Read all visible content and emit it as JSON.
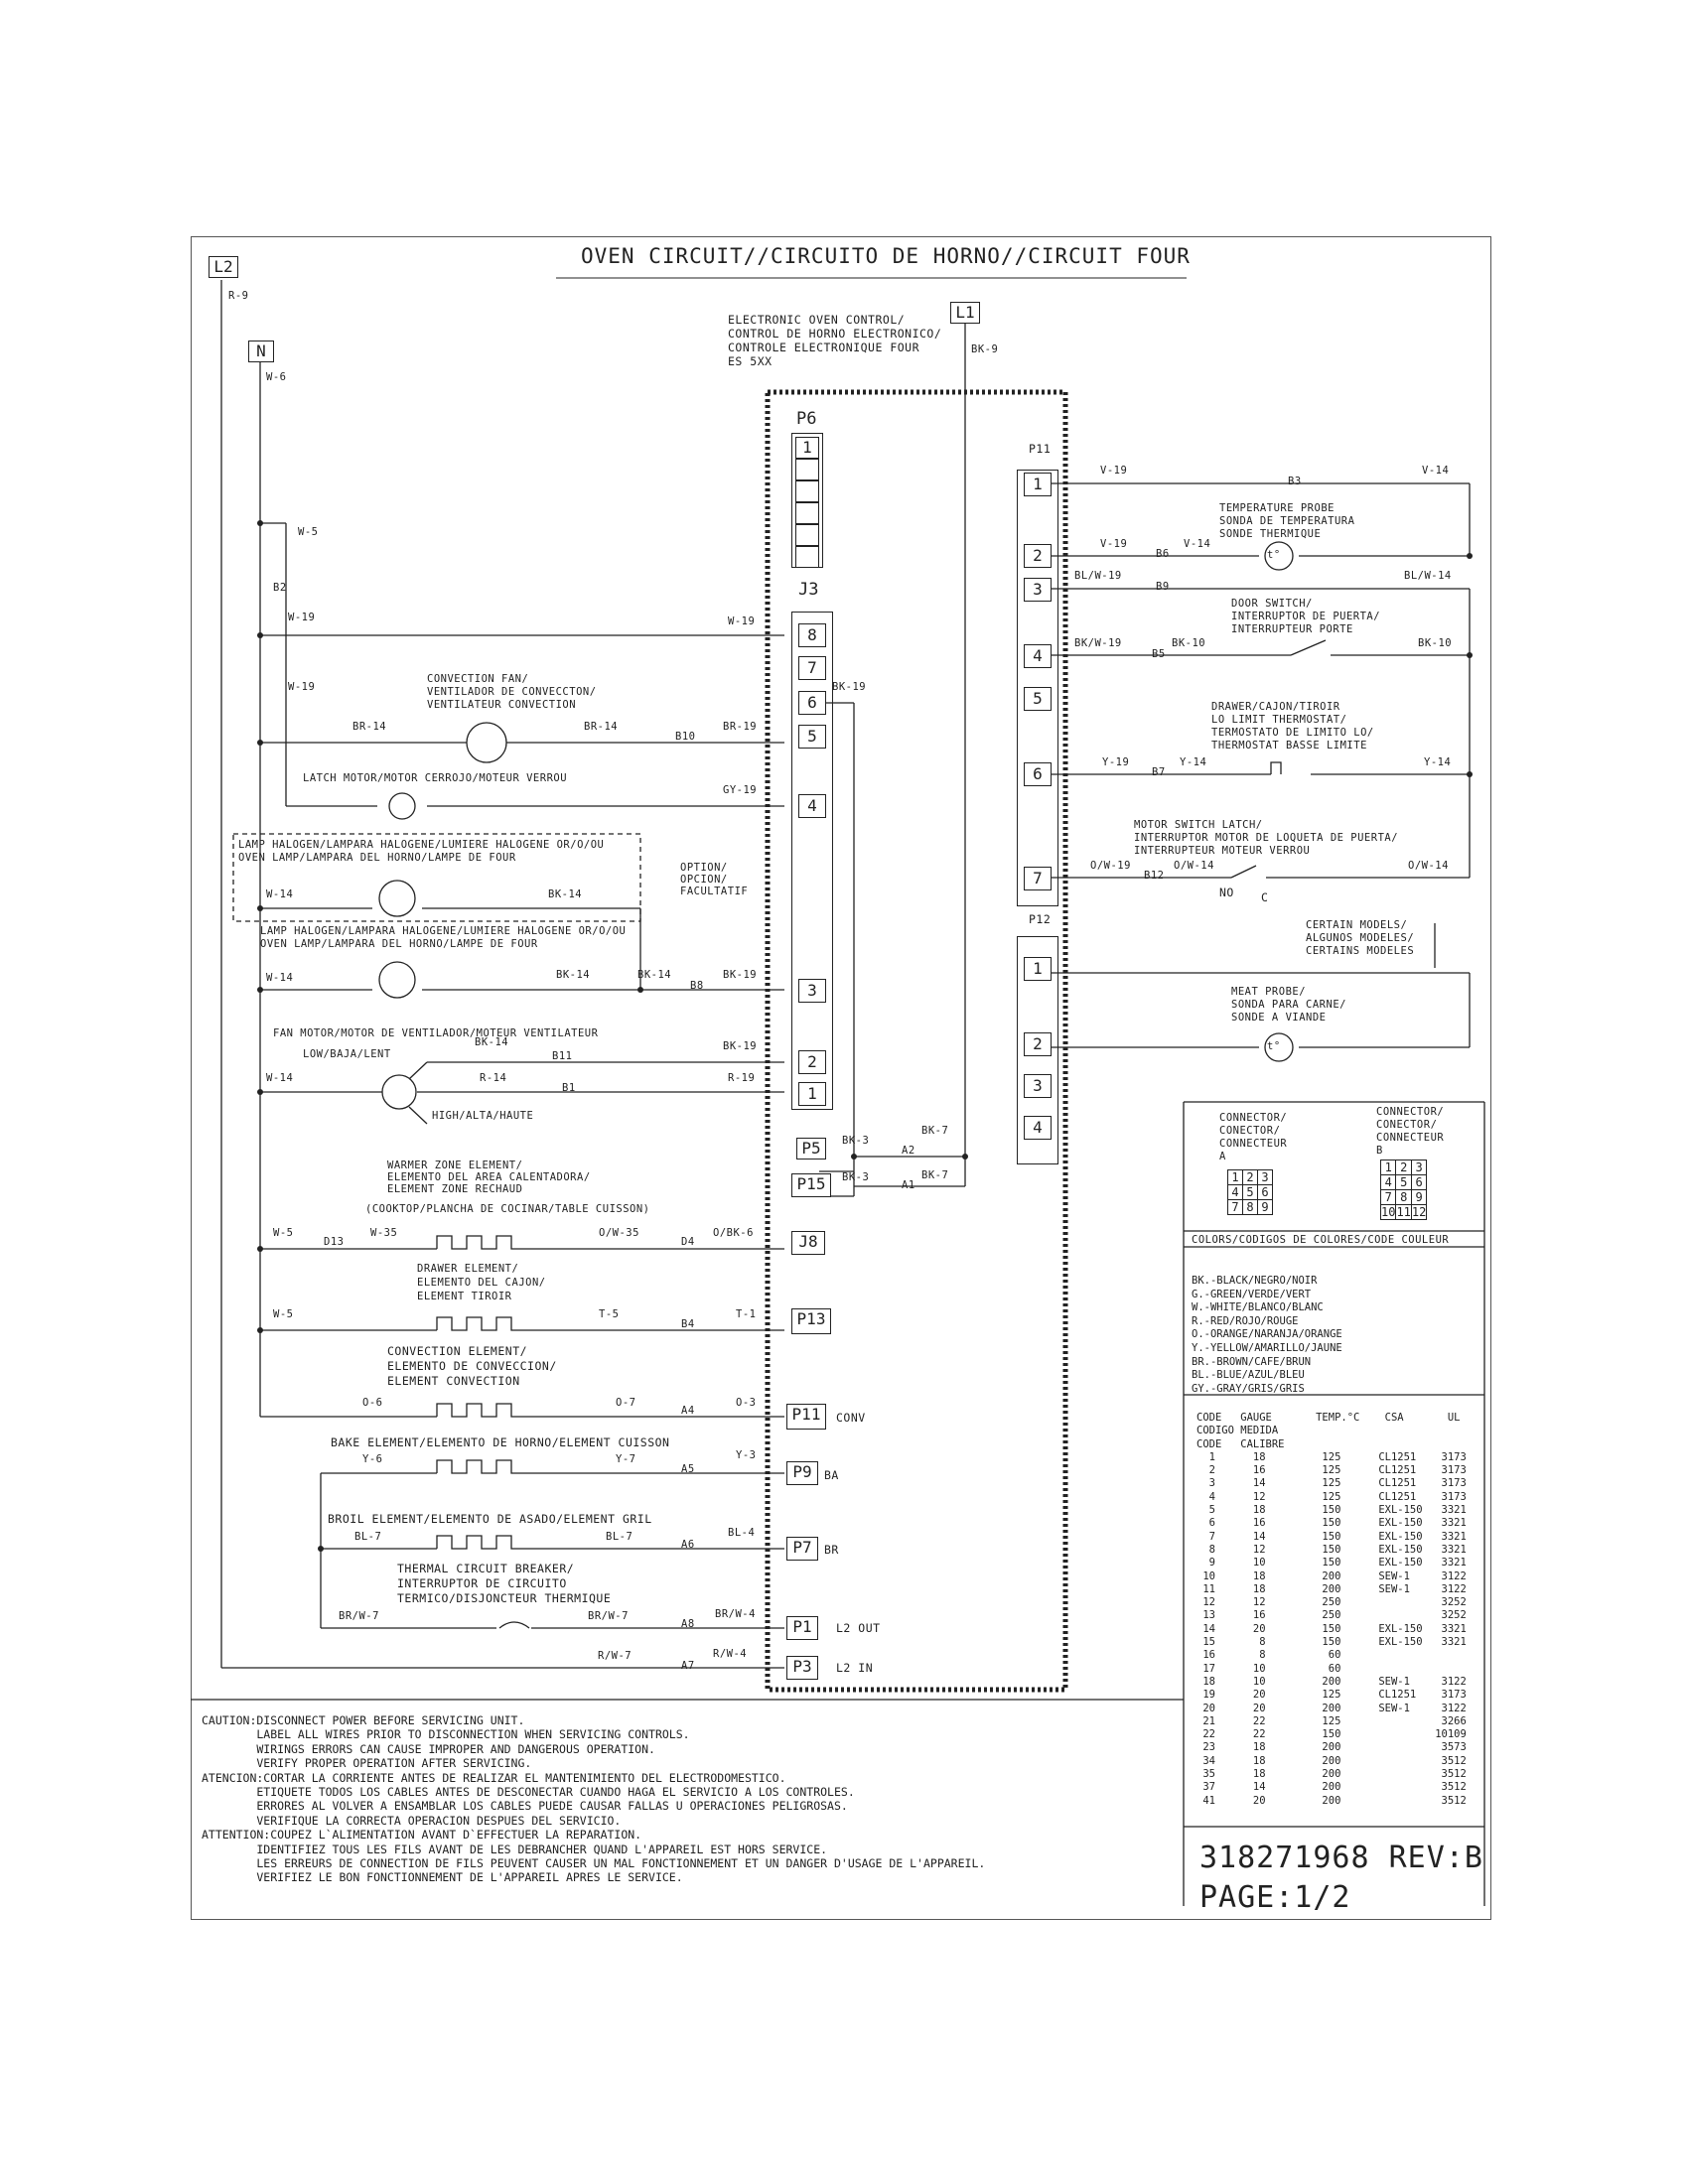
{
  "title": "OVEN CIRCUIT//CIRCUITO DE HORNO//CIRCUIT FOUR",
  "terminals": {
    "l2": "L2",
    "n": "N",
    "l1": "L1"
  },
  "control": {
    "line1": "ELECTRONIC OVEN CONTROL/",
    "line2": "CONTROL DE HORNO ELECTRONICO/",
    "line3": "CONTROLE ELECTRONIQUE FOUR",
    "line4": "ES 5XX"
  },
  "headers": {
    "p6": "P6",
    "j3": "J3",
    "p11": "P11",
    "p12": "P12"
  },
  "p6_pins": [
    "1",
    "",
    "",
    "",
    "",
    ""
  ],
  "j3_pins": [
    "8",
    "7",
    "6",
    "5",
    "4",
    "3",
    "2",
    "1"
  ],
  "p11_pins": [
    "1",
    "2",
    "3",
    "4",
    "5",
    "6",
    "7"
  ],
  "p12_pins": [
    "1",
    "2",
    "3",
    "4"
  ],
  "connectors": {
    "p5": "P5",
    "p15": "P15",
    "j8": "J8",
    "p13": "P13",
    "p11": "P11",
    "p11_tag": "CONV",
    "p9": "P9",
    "p9_tag": "BA",
    "p7": "P7",
    "p7_tag": "BR",
    "p1": "P1",
    "p1_tag": "L2 OUT",
    "p3": "P3",
    "p3_tag": "L2 IN"
  },
  "components": {
    "conv_fan": [
      "CONVECTION FAN/",
      "VENTILADOR DE CONVECCTON/",
      "VENTILATEUR CONVECTION"
    ],
    "latch_motor": "LATCH MOTOR/MOTOR CERROJO/MOTEUR VERROU",
    "lamp1": [
      "LAMP HALOGEN/LAMPARA HALOGENE/LUMIERE HALOGENE OR/O/OU",
      "OVEN LAMP/LAMPARA DEL HORNO/LAMPE DE FOUR"
    ],
    "option": [
      "OPTION/",
      "OPCION/",
      "FACULTATIF"
    ],
    "lamp2": [
      "LAMP HALOGEN/LAMPARA HALOGENE/LUMIERE HALOGENE OR/O/OU",
      "OVEN LAMP/LAMPARA DEL HORNO/LAMPE DE FOUR"
    ],
    "fan_motor": "FAN MOTOR/MOTOR DE VENTILADOR/MOTEUR VENTILATEUR",
    "low": "LOW/BAJA/LENT",
    "high": "HIGH/ALTA/HAUTE",
    "warmer": [
      "WARMER ZONE ELEMENT/",
      "ELEMENTO  DEL AREA CALENTADORA/",
      "ELEMENT ZONE RECHAUD",
      "",
      "(COOKTOP/PLANCHA DE COCINAR/TABLE CUISSON)"
    ],
    "drawer": [
      "DRAWER ELEMENT/",
      "ELEMENTO DEL CAJON/",
      "ELEMENT TIROIR"
    ],
    "convection_el": [
      "CONVECTION ELEMENT/",
      "ELEMENTO DE CONVECCION/",
      "ELEMENT CONVECTION"
    ],
    "bake": "BAKE ELEMENT/ELEMENTO DE HORNO/ELEMENT CUISSON",
    "broil": "BROIL ELEMENT/ELEMENTO DE ASADO/ELEMENT GRIL",
    "breaker": [
      "THERMAL CIRCUIT BREAKER/",
      "INTERRUPTOR DE CIRCUITO",
      "TERMICO/DISJONCTEUR THERMIQUE"
    ],
    "temp_probe": [
      "TEMPERATURE PROBE",
      "SONDA DE TEMPERATURA",
      "SONDE THERMIQUE"
    ],
    "door_switch": [
      "DOOR SWITCH/",
      "INTERRUPTOR DE PUERTA/",
      "INTERRUPTEUR PORTE"
    ],
    "drawer_thermo": [
      "DRAWER/CAJON/TIROIR",
      "LO LIMIT THERMOSTAT/",
      "TERMOSTATO DE LIMITO LO/",
      "THERMOSTAT BASSE LIMITE"
    ],
    "motor_latch": [
      "MOTOR SWITCH LATCH/",
      "INTERRUPTOR MOTOR DE LOQUETA DE PUERTA/",
      "INTERRUPTEUR MOTEUR VERROU"
    ],
    "no": "NO",
    "c": "C",
    "certain": [
      "CERTAIN MODELS/",
      "ALGUNOS MODELES/",
      "CERTAINS MODELES"
    ],
    "meat_probe": [
      "MEAT PROBE/",
      "SONDA PARA CARNE/",
      "SONDE A VIANDE"
    ],
    "probe_symbol": "t°"
  },
  "wire_labels": {
    "r9": "R-9",
    "w6": "W-6",
    "w5a": "W-5",
    "b2": "B2",
    "w19a": "W-19",
    "w19b": "W-19",
    "w19c": "W-19",
    "br14a": "BR-14",
    "br14b": "BR-14",
    "b10": "B10",
    "br19": "BR-19",
    "gy19": "GY-19",
    "bk19a": "BK-19",
    "w14a": "W-14",
    "bk14a": "BK-14",
    "w14b": "W-14",
    "bk14b": "BK-14",
    "bk14c": "BK-14",
    "b8": "B8",
    "bk19b": "BK-19",
    "bk14d": "BK-14",
    "b11": "B11",
    "bk19c": "BK-19",
    "w14c": "W-14",
    "r14": "R-14",
    "b1": "B1",
    "r19": "R-19",
    "bk3a": "BK-3",
    "a2": "A2",
    "bk7a": "BK-7",
    "bk3b": "BK-3",
    "a1": "A1",
    "bk7b": "BK-7",
    "bk9": "BK-9",
    "w5b": "W-5",
    "d13": "D13",
    "w35": "W-35",
    "ow35": "O/W-35",
    "d4": "D4",
    "obk6": "O/BK-6",
    "w5c": "W-5",
    "t5": "T-5",
    "b4": "B4",
    "t1": "T-1",
    "o6": "O-6",
    "o7": "O-7",
    "a4": "A4",
    "o3": "O-3",
    "y6": "Y-6",
    "y7": "Y-7",
    "a5": "A5",
    "y3": "Y-3",
    "bl7a": "BL-7",
    "bl7b": "BL-7",
    "a6": "A6",
    "bl4": "BL-4",
    "brw7a": "BR/W-7",
    "brw7b": "BR/W-7",
    "a8": "A8",
    "brw4": "BR/W-4",
    "rw7": "R/W-7",
    "a7": "A7",
    "rw4": "R/W-4",
    "v19a": "V-19",
    "b3": "B3",
    "v14a": "V-14",
    "v19b": "V-19",
    "b6": "B6",
    "v14b": "V-14",
    "blw19": "BL/W-19",
    "b9": "B9",
    "blw14": "BL/W-14",
    "bkw19": "BK/W-19",
    "bk10a": "BK-10",
    "b5": "B5",
    "bk10b": "BK-10",
    "y19": "Y-19",
    "y14a": "Y-14",
    "b7": "B7",
    "y14b": "Y-14",
    "ow19": "O/W-19",
    "ow14a": "O/W-14",
    "b12": "B12",
    "ow14b": "O/W-14"
  },
  "legend": {
    "conn_a": [
      "CONNECTOR/",
      "CONECTOR/",
      "CONNECTEUR",
      "A"
    ],
    "conn_b": [
      "CONNECTOR/",
      "CONECTOR/",
      "CONNECTEUR",
      "B"
    ],
    "grid_a": [
      [
        "1",
        "2",
        "3"
      ],
      [
        "4",
        "5",
        "6"
      ],
      [
        "7",
        "8",
        "9"
      ]
    ],
    "grid_b": [
      [
        "1",
        "2",
        "3"
      ],
      [
        "4",
        "5",
        "6"
      ],
      [
        "7",
        "8",
        "9"
      ],
      [
        "10",
        "11",
        "12"
      ]
    ],
    "colors_title": "COLORS/CODIGOS DE COLORES/CODE COULEUR",
    "colors": "BK.-BLACK/NEGRO/NOIR\nG.-GREEN/VERDE/VERT\nW.-WHITE/BLANCO/BLANC\nR.-RED/ROJO/ROUGE\nO.-ORANGE/NARANJA/ORANGE\nY.-YELLOW/AMARILLO/JAUNE\nBR.-BROWN/CAFE/BRUN\nBL.-BLUE/AZUL/BLEU\nGY.-GRAY/GRIS/GRIS",
    "table": "CODE   GAUGE       TEMP.°C    CSA       UL\nCODIGO MEDIDA\nCODE   CALIBRE\n  1      18         125      CL1251    3173\n  2      16         125      CL1251    3173\n  3      14         125      CL1251    3173\n  4      12         125      CL1251    3173\n  5      18         150      EXL-150   3321\n  6      16         150      EXL-150   3321\n  7      14         150      EXL-150   3321\n  8      12         150      EXL-150   3321\n  9      10         150      EXL-150   3321\n 10      18         200      SEW-1     3122\n 11      18         200      SEW-1     3122\n 12      12         250                3252\n 13      16         250                3252\n 14      20         150      EXL-150   3321\n 15       8         150      EXL-150   3321\n 16       8          60\n 17      10          60\n 18      10         200      SEW-1     3122\n 19      20         125      CL1251    3173\n 20      20         200      SEW-1     3122\n 21      22         125                3266\n 22      22         150               10109\n 23      18         200                3573\n 34      18         200                3512\n 35      18         200                3512\n 37      14         200                3512\n 41      20         200                3512"
  },
  "notes": "CAUTION:DISCONNECT POWER BEFORE SERVICING UNIT.\n        LABEL ALL WIRES PRIOR TO DISCONNECTION WHEN SERVICING CONTROLS.\n        WIRINGS ERRORS CAN CAUSE IMPROPER AND DANGEROUS OPERATION.\n        VERIFY PROPER OPERATION AFTER SERVICING.\nATENCION:CORTAR LA CORRIENTE ANTES DE REALIZAR EL MANTENIMIENTO DEL ELECTRODOMESTICO.\n        ETIQUETE TODOS LOS CABLES ANTES DE DESCONECTAR CUANDO HAGA EL SERVICIO A LOS CONTROLES.\n        ERRORES AL VOLVER A ENSAMBLAR LOS CABLES PUEDE CAUSAR FALLAS U OPERACIONES PELIGROSAS.\n        VERIFIQUE LA CORRECTA OPERACION DESPUES DEL SERVICIO.\nATTENTION:COUPEZ L`ALIMENTATION AVANT D`EFFECTUER LA REPARATION.\n        IDENTIFIEZ TOUS LES FILS AVANT DE LES DEBRANCHER QUAND L'APPAREIL EST HORS SERVICE.\n        LES ERREURS DE CONNECTION DE FILS PEUVENT CAUSER UN MAL FONCTIONNEMENT ET UN DANGER D'USAGE DE L'APPAREIL.\n        VERIFIEZ LE BON FONCTIONNEMENT DE L'APPAREIL APRES LE SERVICE.",
  "part_number": "318271968 REV:B",
  "page": "PAGE:1/2"
}
